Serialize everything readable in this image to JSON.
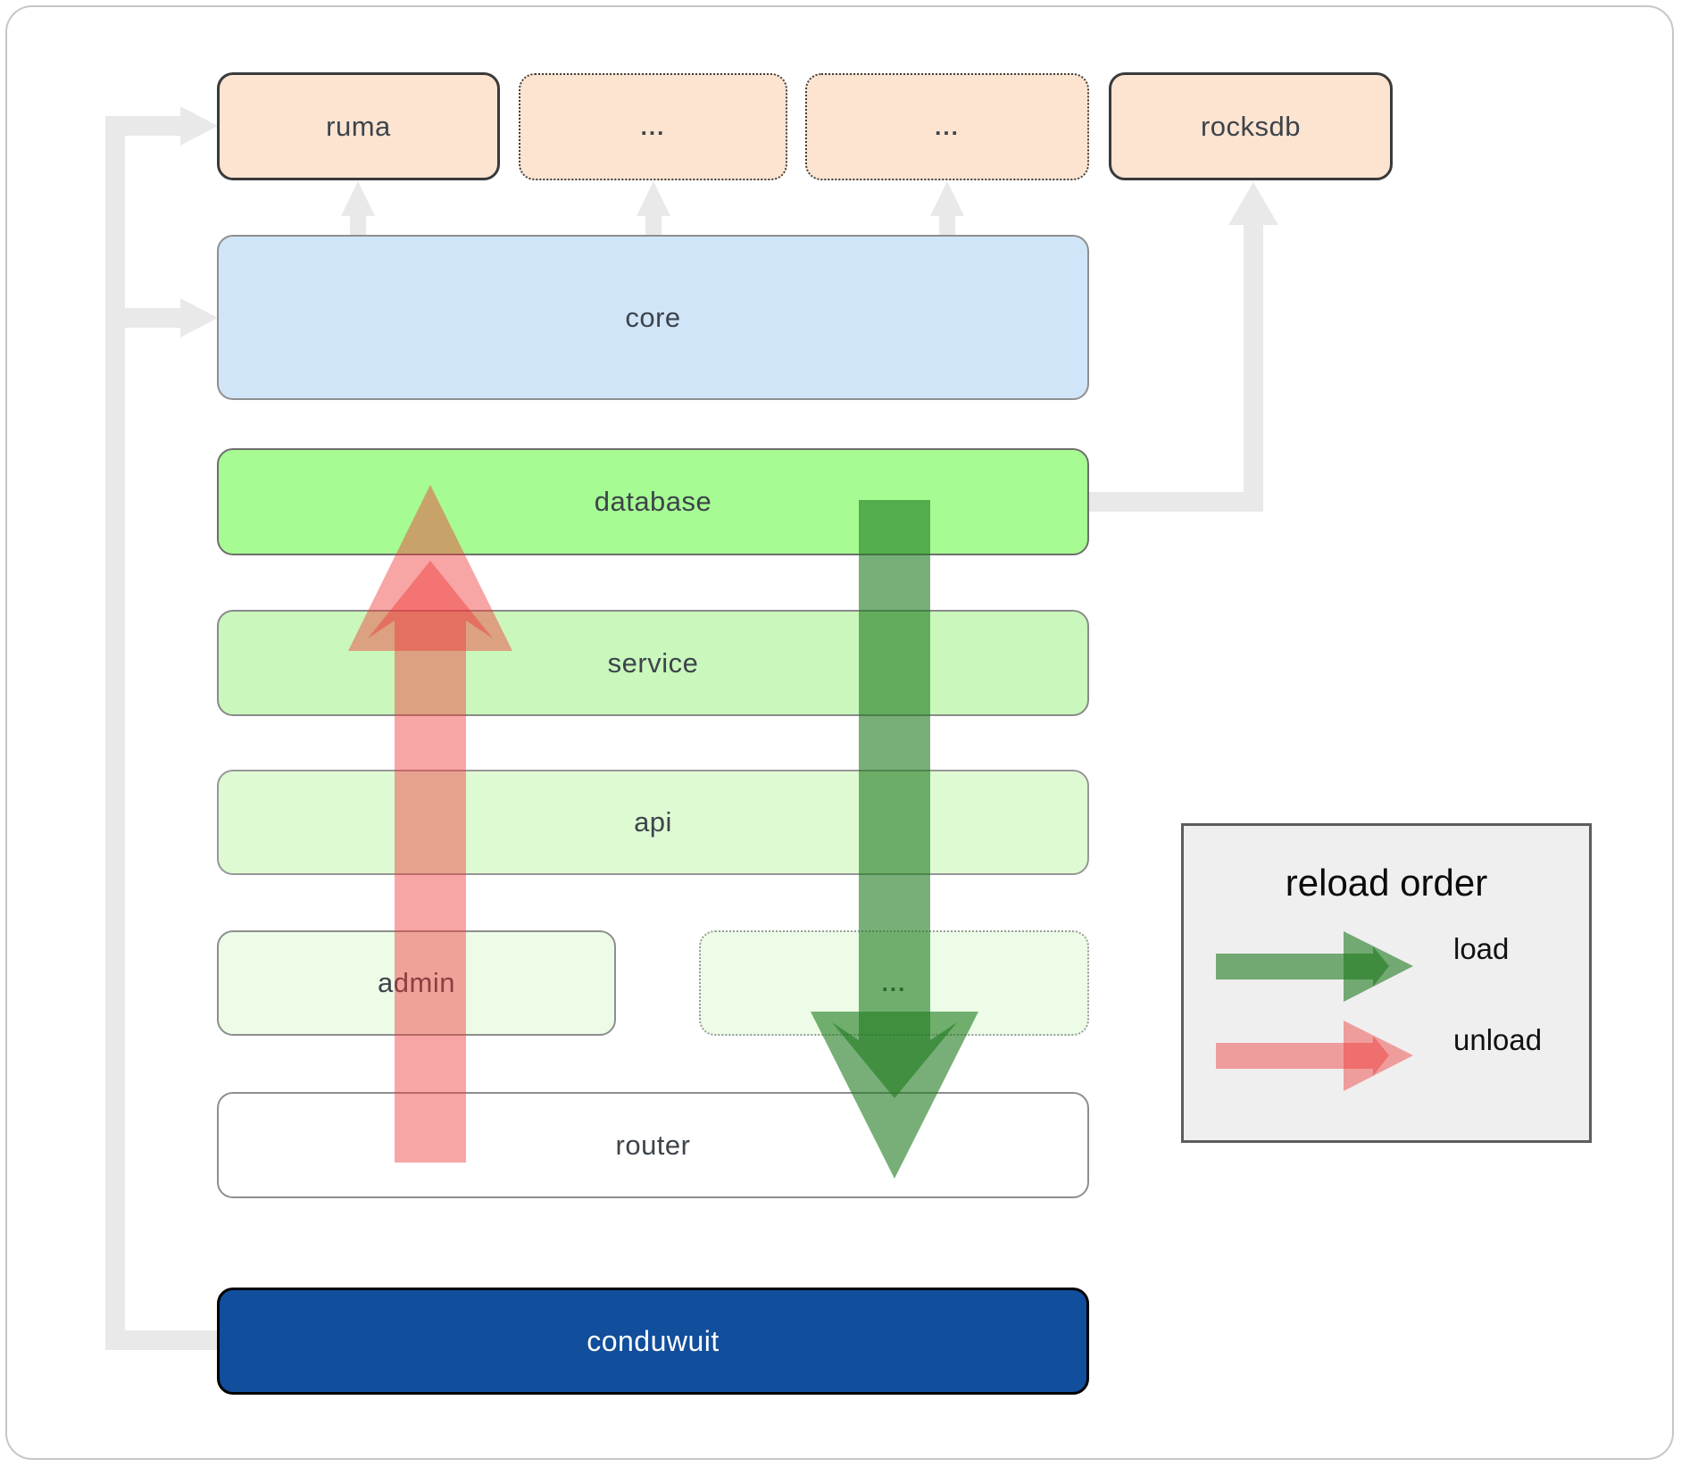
{
  "boxes": {
    "ruma": {
      "label": "ruma"
    },
    "crate_slot_1": {
      "label": "..."
    },
    "crate_slot_2": {
      "label": "..."
    },
    "rocksdb": {
      "label": "rocksdb"
    },
    "core": {
      "label": "core"
    },
    "database": {
      "label": "database"
    },
    "service": {
      "label": "service"
    },
    "api": {
      "label": "api"
    },
    "admin": {
      "label": "admin"
    },
    "service_slot": {
      "label": "..."
    },
    "router": {
      "label": "router"
    },
    "conduwuit": {
      "label": "conduwuit"
    }
  },
  "legend": {
    "title": "reload order",
    "items": [
      {
        "label": "load",
        "color": "#227d22"
      },
      {
        "label": "unload",
        "color": "#f03737"
      }
    ]
  },
  "colors": {
    "crate_fill": "#fce4d1",
    "core_fill": "#d1e5f8",
    "database_fill": "#a6fb92",
    "service_fill": "#caf7bc",
    "api_fill": "#defad3",
    "admin_fill": "#ecfce6",
    "router_fill": "#ffffff",
    "conduwuit_fill": "#114e9b",
    "conduwuit_text": "#ffffff",
    "connector_gray": "#e9e9e9",
    "legend_bg": "#efefef",
    "load_arrow_green": "#227d22",
    "unload_arrow_red": "#f03737"
  }
}
